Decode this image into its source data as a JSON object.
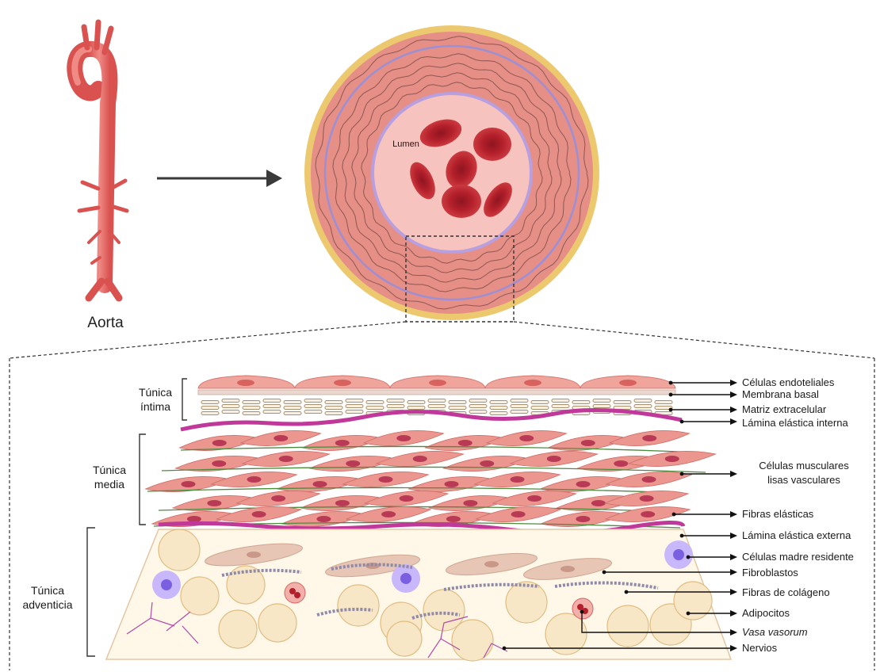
{
  "aorta_label": "Aorta",
  "lumen_label": "Lumen",
  "tunics": {
    "intima": [
      "Túnica",
      "íntima"
    ],
    "media": [
      "Túnica",
      "media"
    ],
    "adventicia": [
      "Túnica",
      "adventicia"
    ]
  },
  "layer_labels": [
    {
      "id": "endothelial",
      "text": "Células endoteliales",
      "italic": false
    },
    {
      "id": "basal-membrane",
      "text": "Membrana basal",
      "italic": false
    },
    {
      "id": "extracellular-matrix",
      "text": "Matriz extracelular",
      "italic": false
    },
    {
      "id": "internal-elastic-lamina",
      "text": "Lámina elástica  interna",
      "italic": false
    },
    {
      "id": "vsmc-1",
      "text": "Células musculares",
      "italic": false
    },
    {
      "id": "vsmc-2",
      "text": "lisas vasculares",
      "italic": false
    },
    {
      "id": "elastic-fibers",
      "text": "Fibras elásticas",
      "italic": false
    },
    {
      "id": "external-elastic-lamina",
      "text": "Lámina elástica  externa",
      "italic": false
    },
    {
      "id": "resident-stem-cells",
      "text": "Células madre residente",
      "italic": false
    },
    {
      "id": "fibroblasts",
      "text": "Fibroblastos",
      "italic": false
    },
    {
      "id": "collagen-fibers",
      "text": "Fibras de colágeno",
      "italic": false
    },
    {
      "id": "adipocytes",
      "text": "Adipocitos",
      "italic": false
    },
    {
      "id": "vasa-vasorum",
      "text": "Vasa vasorum",
      "italic": true
    },
    {
      "id": "nerves",
      "text": "Nervios",
      "italic": false
    }
  ],
  "colors": {
    "wall": "#e58f86",
    "wall_dark": "#d66a63",
    "lumen": "#f6c3bf",
    "elastic_lamina": "#c0399a",
    "lamina_ring": "#9c8fd6",
    "adventitia_ring": "#ecc86f",
    "rbc": "#c0262e",
    "adipocyte": "#f8e7c6",
    "stem_cell": "#b9a6f5"
  }
}
